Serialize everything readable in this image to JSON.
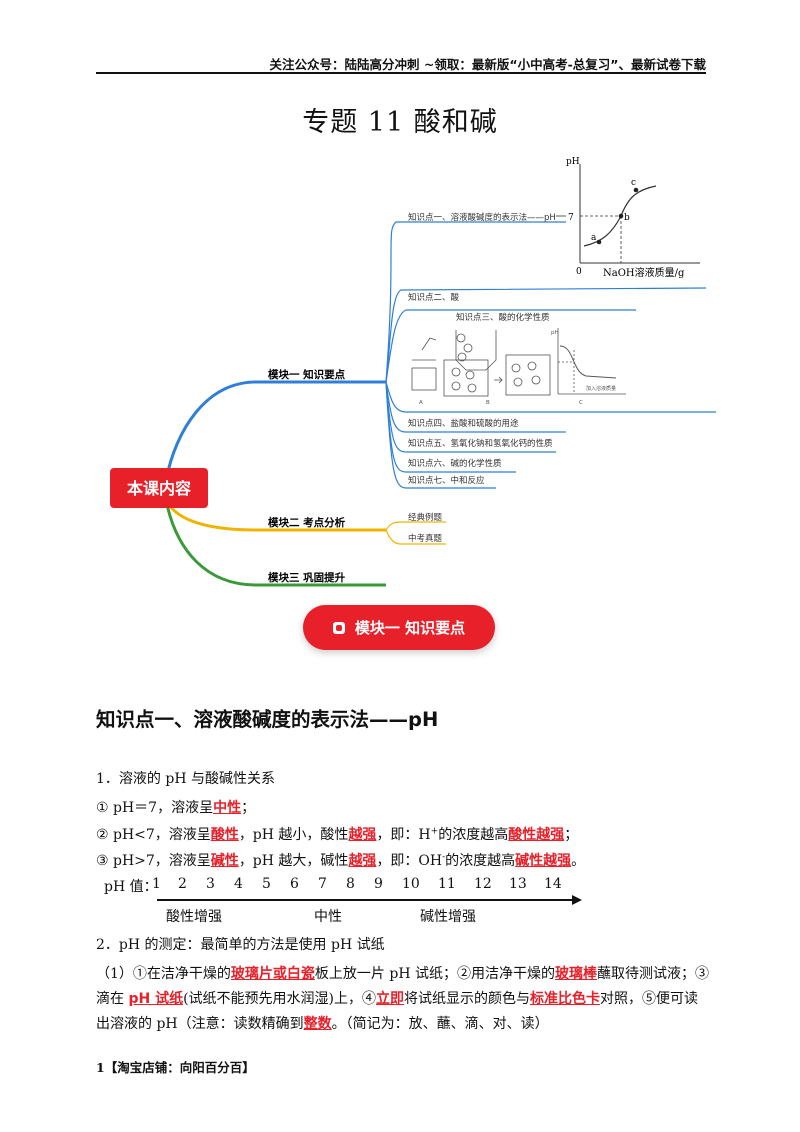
{
  "header": {
    "note": "关注公众号：陆陆高分冲刺  ~领取：最新版“小中高考-总复习”、最新试卷下载"
  },
  "title": "专题 11  酸和碱",
  "mindmap": {
    "center": "本课内容",
    "branches": [
      {
        "label": "模块一  知识要点",
        "color": "#2f7fd8",
        "items": [
          "知识点一、溶液酸碱度的表示法——pH",
          "知识点二、酸",
          "知识点三、酸的化学性质",
          "知识点四、盐酸和硫酸的用途",
          "知识点五、氢氧化钠和氢氧化钙的性质",
          "知识点六、碱的化学性质",
          "知识点七、中和反应"
        ]
      },
      {
        "label": "模块二  考点分析",
        "color": "#f0b400",
        "items": [
          "经典例题",
          "中考真题"
        ]
      },
      {
        "label": "模块三  巩固提升",
        "color": "#3a9a3a",
        "items": []
      }
    ],
    "graph": {
      "y_label": "pH",
      "x_label": "NaOH溶液质量/g",
      "origin": "0",
      "y_tick": "7",
      "points": [
        "a",
        "b",
        "c"
      ]
    },
    "mini_graph_labels": {
      "x": "加入溶液质量",
      "panels": [
        "A",
        "B",
        "C"
      ],
      "y": "pH"
    }
  },
  "module_button": "模块一  知识要点",
  "section_heading": "知识点一、溶液酸碱度的表示法——pH",
  "body": {
    "p1": "1．溶液的 pH 与酸碱性关系",
    "r1_a": "①  pH＝7，溶液呈",
    "r1_b": "中性",
    "r1_c": "；",
    "r2_a": "②  pH<7，溶液呈",
    "r2_b": "酸性",
    "r2_c": "，pH 越小，酸性",
    "r2_d": "越强",
    "r2_e": "，即：H",
    "r2_sup": "+",
    "r2_f": "的浓度越高",
    "r2_g": "酸性越强",
    "r2_h": "；",
    "r3_a": "③  pH>7，溶液呈",
    "r3_b": "碱性",
    "r3_c": "，pH 越大，碱性",
    "r3_d": "越强",
    "r3_e": "，即：OH",
    "r3_sup": "-",
    "r3_f": "的浓度越高",
    "r3_g": "碱性越强",
    "r3_h": "。",
    "ph_label": "pH 值：",
    "ph_values": [
      "1",
      "2",
      "3",
      "4",
      "5",
      "6",
      "7",
      "8",
      "9",
      "10",
      "11",
      "12",
      "13",
      "14"
    ],
    "scale_acid": "酸性增强",
    "scale_neutral": "中性",
    "scale_base": "碱性增强",
    "p2": "2．pH 的测定：最简单的方法是使用 pH 试纸",
    "m1_a": "（1）①在洁净干燥的",
    "m1_b": "玻璃片或白瓷",
    "m1_c": "板上放一片 pH 试纸；②用洁净干燥的",
    "m1_d": "玻璃棒",
    "m1_e": "蘸取待测试液；③",
    "m2_a": "滴在 ",
    "m2_b": "pH 试纸",
    "m2_c": "(试纸不能预先用水润湿)上，④",
    "m2_d": "立即",
    "m2_e": "将试纸显示的颜色与",
    "m2_f": "标准比色卡",
    "m2_g": "对照，⑤便可读",
    "m3_a": "出溶液的 pH（注意：读数精确到",
    "m3_b": "整数",
    "m3_c": "。（简记为：放、蘸、滴、对、读）"
  },
  "footer": "1【淘宝店铺：向阳百分百】"
}
